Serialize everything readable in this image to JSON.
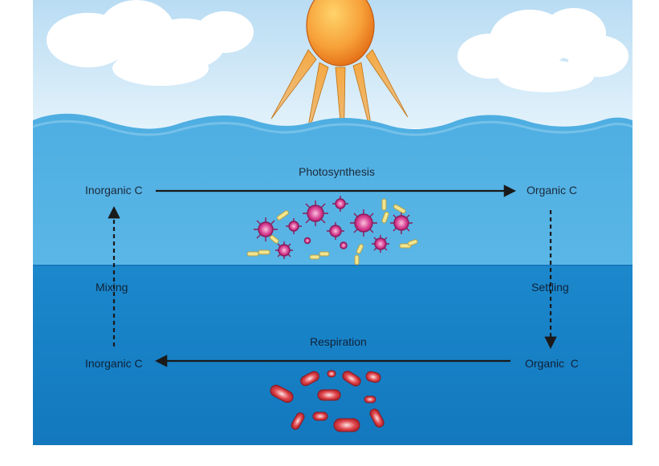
{
  "diagram": {
    "labels": {
      "photosynthesis": "Photosynthesis",
      "respiration": "Respiration",
      "mixing": "Mixing",
      "settling": "Settling",
      "inorganic_top": "Inorganic C",
      "organic_top": "Organic C",
      "inorganic_bottom": "Inorganic C",
      "organic_bottom": "Organic  C"
    },
    "colors": {
      "sky": "#cfe7f6",
      "surface_water": "#5bb4e4",
      "deep_water": "#1b83c6",
      "sun": "#f58a1f",
      "arrow": "#1a1a1a"
    },
    "icons": [
      "sun-icon",
      "cloud-icon",
      "phytoplankton-icon",
      "bacteria-icon"
    ]
  }
}
